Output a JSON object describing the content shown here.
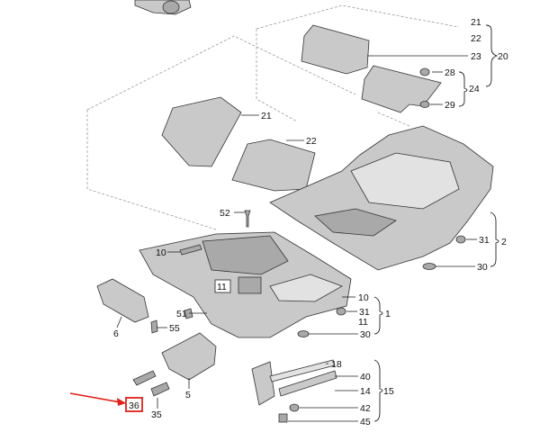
{
  "callouts": {
    "c21a": "21",
    "c22a": "22",
    "c23": "23",
    "c20": "20",
    "c28": "28",
    "c24": "24",
    "c29": "29",
    "c21b": "21",
    "c22b": "22",
    "c52": "52",
    "c31a": "31",
    "c2": "2",
    "c30a": "30",
    "c10a": "10",
    "c11box": "11",
    "c10b": "10",
    "c31b": "31",
    "c11b": "11",
    "c1": "1",
    "c30b": "30",
    "c51": "51",
    "c55": "55",
    "c6": "6",
    "c18": "18",
    "c40": "40",
    "c14": "14",
    "c15": "15",
    "c42": "42",
    "c45": "45",
    "c5": "5",
    "c35": "35",
    "c36": "36"
  },
  "colors": {
    "highlight": "#e0201a",
    "ink": "#222222",
    "part_fill": "#c9c9c9"
  }
}
